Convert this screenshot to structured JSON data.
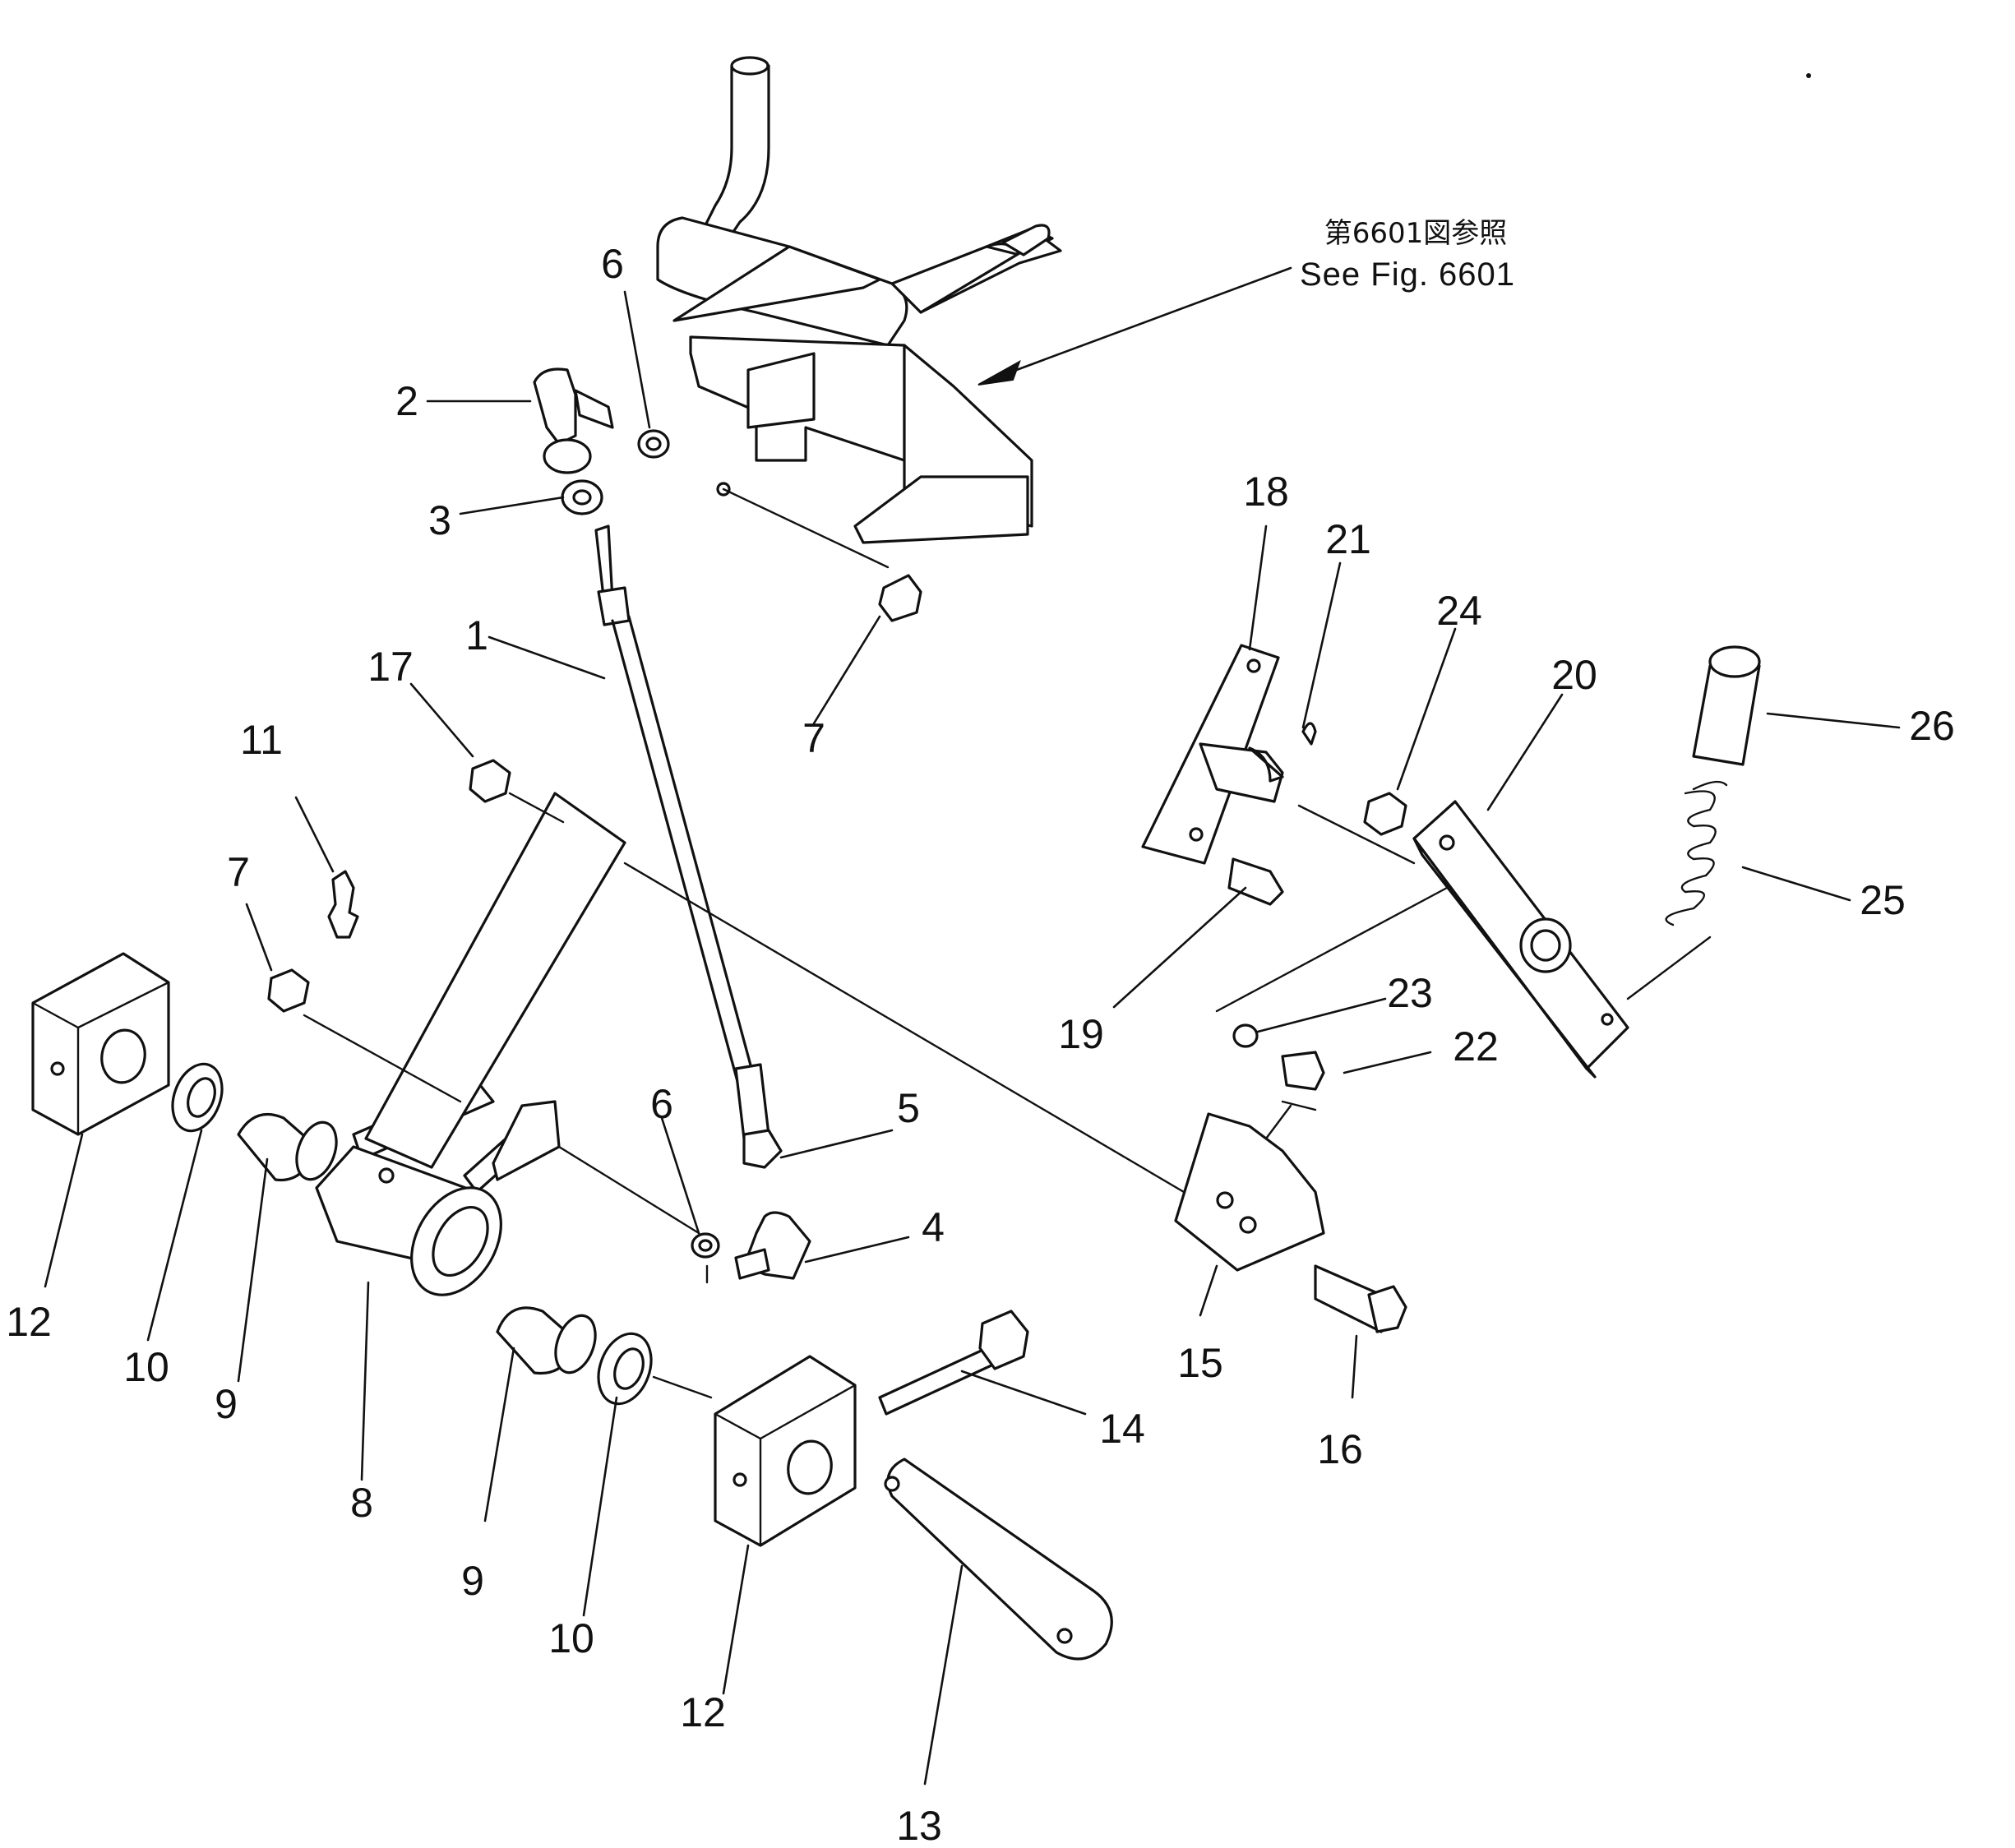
{
  "reference": {
    "line_jp": "第6601図参照",
    "line_en": "See Fig. 6601"
  },
  "callouts": {
    "c1": "1",
    "c2": "2",
    "c3": "3",
    "c4": "4",
    "c5": "5",
    "c6a": "6",
    "c6b": "6",
    "c7a": "7",
    "c7b": "7",
    "c8": "8",
    "c9a": "9",
    "c9b": "9",
    "c10a": "10",
    "c10b": "10",
    "c11": "11",
    "c12a": "12",
    "c12b": "12",
    "c13": "13",
    "c14": "14",
    "c15": "15",
    "c16": "16",
    "c17": "17",
    "c18": "18",
    "c19": "19",
    "c20": "20",
    "c21": "21",
    "c22": "22",
    "c23": "23",
    "c24": "24",
    "c25": "25",
    "c26": "26"
  }
}
